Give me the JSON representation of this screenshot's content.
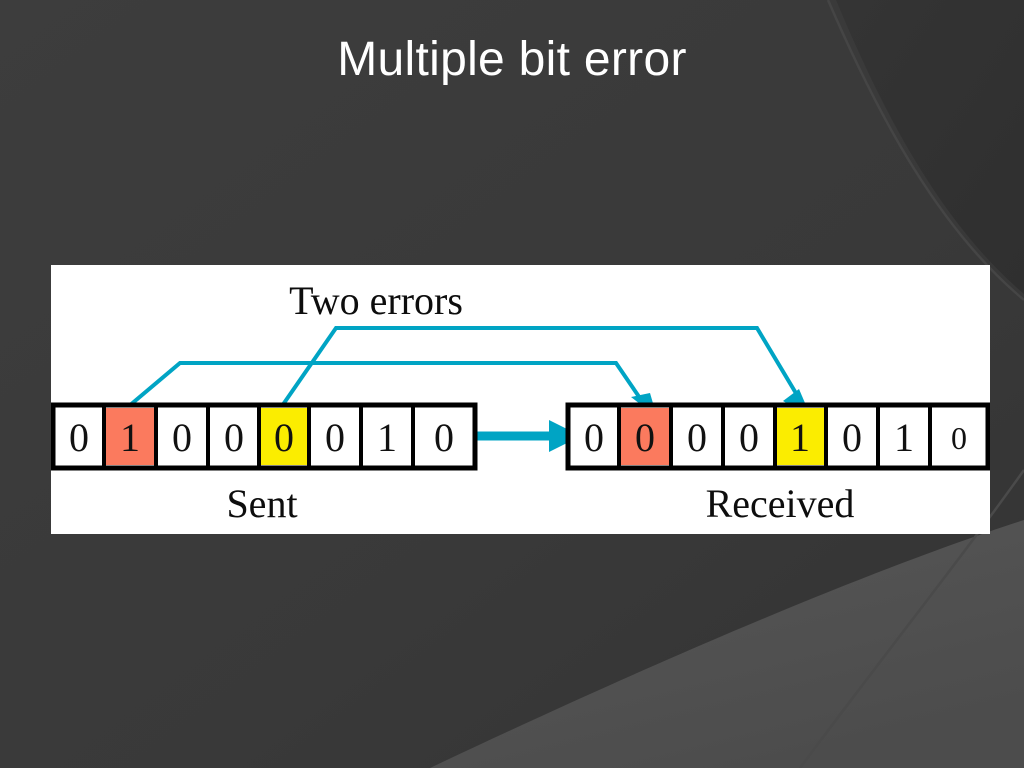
{
  "slide": {
    "title": "Multiple bit error",
    "background_color": "#3b3b3b",
    "title_color": "#ffffff"
  },
  "diagram": {
    "panel_background": "#ffffff",
    "annotation_label": "Two errors",
    "sent_caption": "Sent",
    "received_caption": "Received",
    "colors": {
      "error_red": "#fb7a5e",
      "error_yellow": "#fbed00",
      "arrow_cyan": "#00a4c4",
      "cell_border": "#000000"
    },
    "sent": {
      "caption": "Sent",
      "bits": [
        {
          "value": "0",
          "highlight": "none"
        },
        {
          "value": "1",
          "highlight": "red"
        },
        {
          "value": "0",
          "highlight": "none"
        },
        {
          "value": "0",
          "highlight": "none"
        },
        {
          "value": "0",
          "highlight": "yellow"
        },
        {
          "value": "0",
          "highlight": "none"
        },
        {
          "value": "1",
          "highlight": "none"
        },
        {
          "value": "0",
          "highlight": "none"
        }
      ]
    },
    "received": {
      "caption": "Received",
      "bits": [
        {
          "value": "0",
          "highlight": "none"
        },
        {
          "value": "0",
          "highlight": "red"
        },
        {
          "value": "0",
          "highlight": "none"
        },
        {
          "value": "0",
          "highlight": "none"
        },
        {
          "value": "1",
          "highlight": "yellow"
        },
        {
          "value": "0",
          "highlight": "none"
        },
        {
          "value": "1",
          "highlight": "none"
        },
        {
          "value": "0",
          "highlight": "none"
        }
      ]
    },
    "error_positions_sent": [
      2,
      5
    ],
    "error_positions_received": [
      2,
      5
    ],
    "error_count": 2
  }
}
